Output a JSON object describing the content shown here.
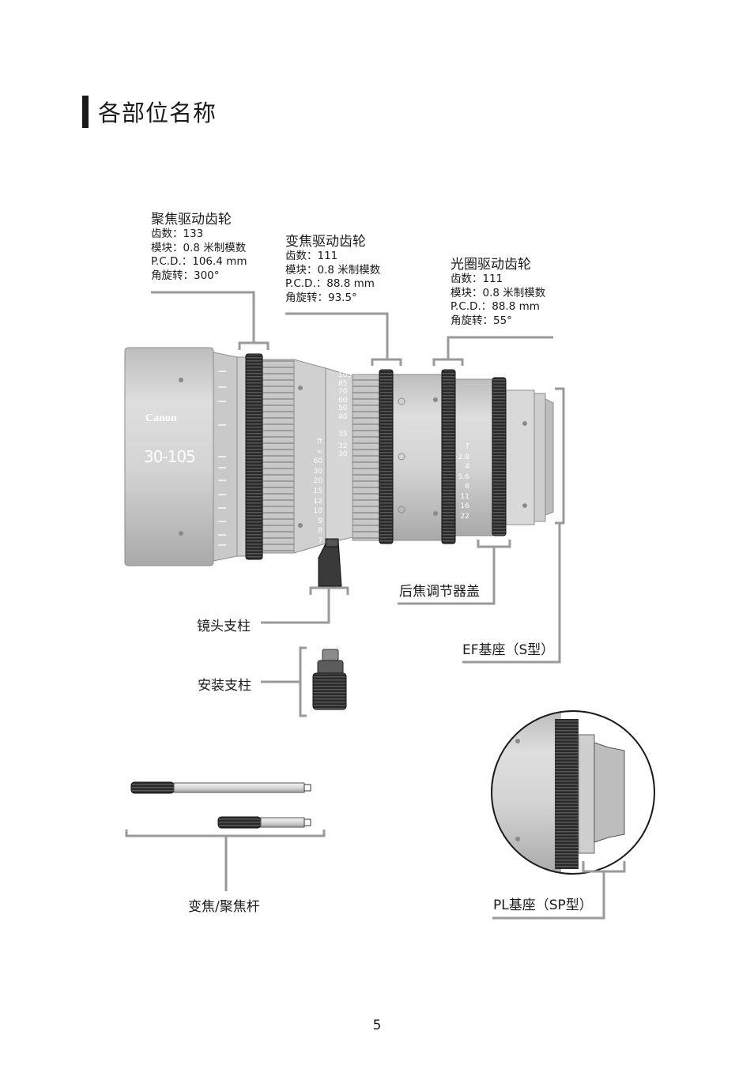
{
  "page": {
    "title": "各部位名称",
    "page_number": "5"
  },
  "callouts": {
    "focus_gear": {
      "title": "聚焦驱动齿轮",
      "specs": [
        "齿数：133",
        "模块：0.8 米制模数",
        "P.C.D.：106.4 mm",
        "角旋转：300°"
      ]
    },
    "zoom_gear": {
      "title": "变焦驱动齿轮",
      "specs": [
        "齿数：111",
        "模块：0.8 米制模数",
        "P.C.D.：88.8 mm",
        "角旋转：93.5°"
      ]
    },
    "iris_gear": {
      "title": "光圈驱动齿轮",
      "specs": [
        "齿数：111",
        "模块：0.8 米制模数",
        "P.C.D.：88.8 mm",
        "角旋转：55°"
      ]
    }
  },
  "parts": {
    "back_focus_cover": "后焦调节器盖",
    "lens_support": "镜头支柱",
    "ef_mount": "EF基座（S型）",
    "mount_support": "安装支柱",
    "zoom_focus_lever": "变焦/聚焦杆",
    "pl_mount": "PL基座（SP型）"
  },
  "lens": {
    "brand": "Canon",
    "model": "30-105",
    "focus_scale_unit": "ft",
    "focus_scale": [
      "∞",
      "60",
      "30",
      "20",
      "15",
      "12",
      "10",
      "9",
      "8",
      "7"
    ],
    "zoom_scale": [
      "30",
      "32",
      "35",
      "40",
      "50",
      "60",
      "70",
      "85",
      "105"
    ],
    "iris_scale_unit": "T",
    "iris_scale": [
      "2.8",
      "4",
      "5.6",
      "8",
      "11",
      "16",
      "22"
    ]
  },
  "colors": {
    "lens_body": "#d2d2d2",
    "gear_ring": "#2a2a2a",
    "bracket": "#9a9a9a"
  }
}
